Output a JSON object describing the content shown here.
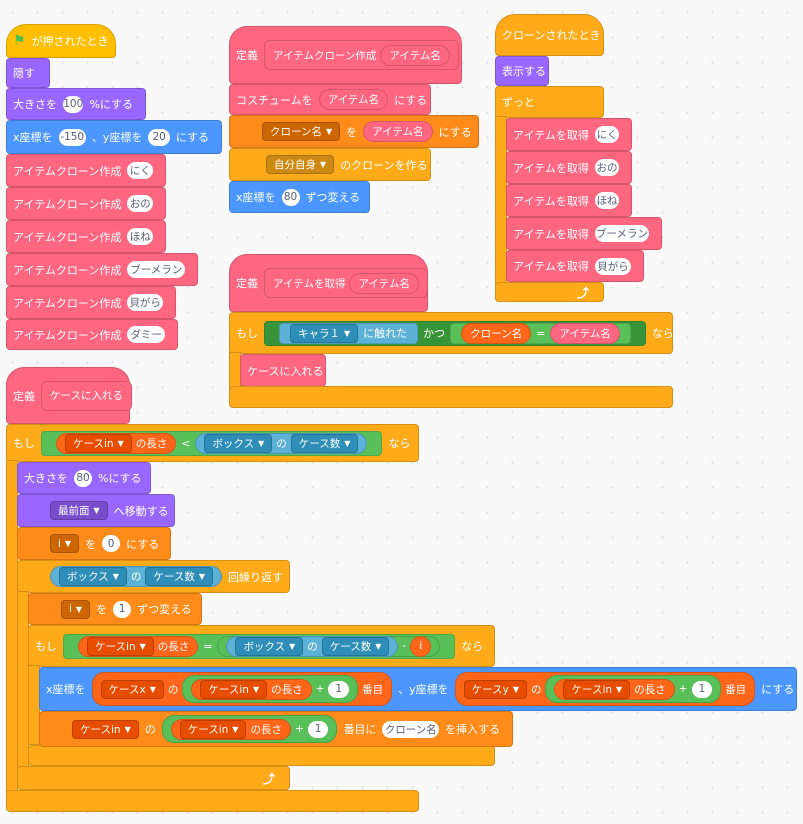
{
  "blocks": {
    "when_flag_clicked": "が押されたとき",
    "hide": "隠す",
    "set_size_1": {
      "pre": "大きさを",
      "value": "100",
      "post": "%にする"
    },
    "goto_xy": {
      "x_pre": "x座標を",
      "x_value": "-150",
      "y_pre": "、y座標を",
      "y_value": "20",
      "post": "にする"
    },
    "make_clone_calls": [
      {
        "label": "アイテムクローン作成",
        "arg": "にく"
      },
      {
        "label": "アイテムクローン作成",
        "arg": "おの"
      },
      {
        "label": "アイテムクローン作成",
        "arg": "ほね"
      },
      {
        "label": "アイテムクローン作成",
        "arg": "ブーメラン"
      },
      {
        "label": "アイテムクローン作成",
        "arg": "貝がら"
      },
      {
        "label": "アイテムクローン作成",
        "arg": "ダミー"
      }
    ],
    "define_clone": {
      "define": "定義",
      "name": "アイテムクローン作成",
      "param": "アイテム名"
    },
    "set_costume": {
      "pre": "コスチュームを",
      "param": "アイテム名",
      "post": "にする"
    },
    "set_var_clone": {
      "var": "クローン名",
      "mid": "を",
      "param": "アイテム名",
      "post": "にする"
    },
    "create_clone": {
      "target": "自分自身",
      "post": "のクローンを作る"
    },
    "change_x": {
      "pre": "x座標を",
      "value": "80",
      "post": "ずつ変える"
    },
    "when_clone_start": "クローンされたとき",
    "show": "表示する",
    "forever": "ずっと",
    "get_item_calls": [
      {
        "label": "アイテムを取得",
        "arg": "にく"
      },
      {
        "label": "アイテムを取得",
        "arg": "おの"
      },
      {
        "label": "アイテムを取得",
        "arg": "ほね"
      },
      {
        "label": "アイテムを取得",
        "arg": "ブーメラン"
      },
      {
        "label": "アイテムを取得",
        "arg": "貝がら"
      }
    ],
    "define_get": {
      "define": "定義",
      "name": "アイテムを取得",
      "param": "アイテム名"
    },
    "if_touch": {
      "if": "もし",
      "sprite": "キャラ１",
      "touching": "に触れた",
      "and": "かつ",
      "var": "クローン名",
      "eq": "=",
      "param": "アイテム名",
      "then": "なら"
    },
    "call_put_case": "ケースに入れる",
    "define_case": {
      "define": "定義",
      "name": "ケースに入れる"
    },
    "if_len_lt": {
      "if": "もし",
      "list": "ケースin",
      "len": "の長さ",
      "lt": "<",
      "sprite": "ボックス",
      "of": "の",
      "prop": "ケース数",
      "then": "なら"
    },
    "set_size_2": {
      "pre": "大きさを",
      "value": "80",
      "post": "%にする"
    },
    "go_front": {
      "layer": "最前面",
      "post": "へ移動する"
    },
    "set_i": {
      "var": "i",
      "mid": "を",
      "value": "0",
      "post": "にする"
    },
    "repeat": {
      "sprite": "ボックス",
      "of": "の",
      "prop": "ケース数",
      "post": "回繰り返す"
    },
    "change_i": {
      "var": "i",
      "mid": "を",
      "value": "1",
      "post": "ずつ変える"
    },
    "if_len_eq": {
      "if": "もし",
      "list": "ケースin",
      "len": "の長さ",
      "eq": "=",
      "sprite": "ボックス",
      "of": "の",
      "prop": "ケース数",
      "minus": "-",
      "var": "i",
      "then": "なら"
    },
    "goto_xy_items": {
      "x_pre": "x座標を",
      "list_x": "ケースx",
      "of": "の",
      "list_in": "ケースin",
      "len": "の長さ",
      "plus": "+",
      "one": "1",
      "nth": "番目",
      "y_pre": "、y座標を",
      "list_y": "ケースy",
      "post": "にする"
    },
    "insert": {
      "list": "ケースin",
      "of": "の",
      "list_in": "ケースin",
      "len": "の長さ",
      "plus": "+",
      "one": "1",
      "nth": "番目に",
      "var": "クローン名",
      "post": "を挿入する"
    },
    "loop_arrow": "⤴"
  }
}
